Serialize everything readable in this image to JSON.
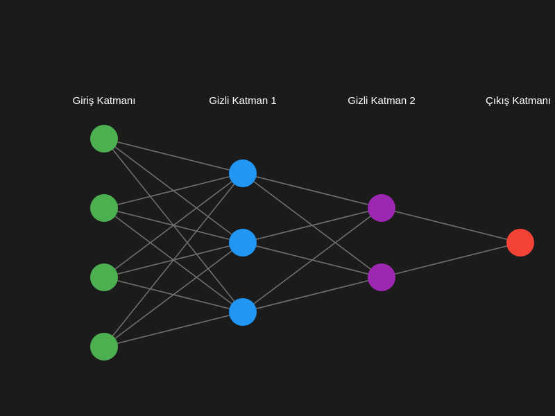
{
  "diagram": {
    "background": "#1b1b1b",
    "edge_color": "#6f6f6f",
    "layers": [
      {
        "title": "Giriş Katmanı",
        "node_count": 4,
        "color": "#4caf50"
      },
      {
        "title": "Gizli Katman 1",
        "node_count": 3,
        "color": "#2196f3"
      },
      {
        "title": "Gizli Katman 2",
        "node_count": 2,
        "color": "#9c27b0"
      },
      {
        "title": "Çıkış Katmanı",
        "node_count": 1,
        "color": "#f44336"
      }
    ]
  }
}
